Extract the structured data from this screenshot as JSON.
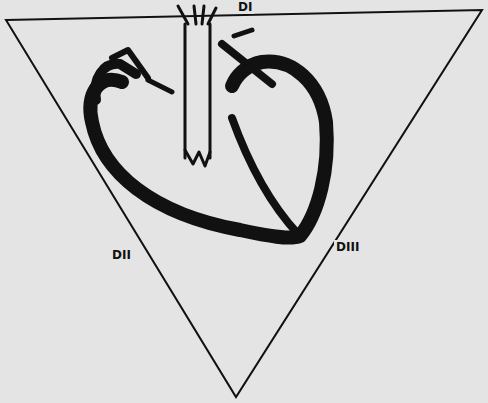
{
  "diagram": {
    "labels": [
      "DI",
      "DII",
      "DIII"
    ]
  }
}
